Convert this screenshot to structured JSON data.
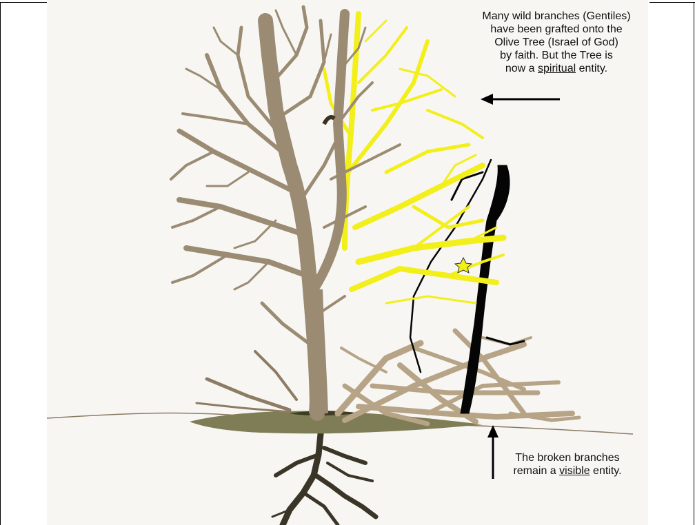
{
  "top_note": {
    "line1": "Many wild branches (Gentiles)",
    "line2": "have been grafted onto the",
    "line3": "Olive Tree (Israel of God)",
    "line4": "by faith. But the Tree is",
    "line5_prefix": "now a ",
    "line5_underlined": "spiritual",
    "line5_suffix": " entity."
  },
  "bottom_note": {
    "line1": "The broken branches",
    "line2_prefix": "remain  a ",
    "line2_underlined": "visible",
    "line2_suffix": " entity."
  },
  "colors": {
    "tree": "#9a8b72",
    "grafted": "#f2ef1a",
    "fallen": "#b7a487",
    "ground": "#7a7a52",
    "roots": "#3a3526",
    "arrow": "#000000"
  }
}
